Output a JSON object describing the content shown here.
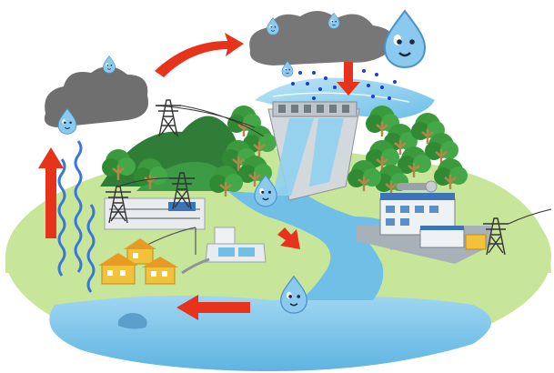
{
  "scene": {
    "kind": "water-cycle-hydropower-illustration",
    "colors": {
      "background": "#ffffff",
      "land": "#c8e69a",
      "river": "#6fbfe6",
      "lake": "#7dc4ea",
      "cloud": "#777777",
      "cloud_dark": "#5b5b5b",
      "droplet": "#8cc9ee",
      "arrow": "#e8331c",
      "tree": "#3a9a3c",
      "hill": "#2f7d37",
      "dam": "#c9ced3",
      "rain_dot": "#1d3fc4",
      "vapor": "#3a78d8",
      "house": "#f4c238",
      "pylon": "#333333"
    },
    "icons": [
      "cloud-icon",
      "water-droplet-character",
      "red-arrow",
      "transmission-pylon",
      "dam",
      "power-station",
      "factory",
      "houses",
      "water-treatment-plant"
    ]
  }
}
